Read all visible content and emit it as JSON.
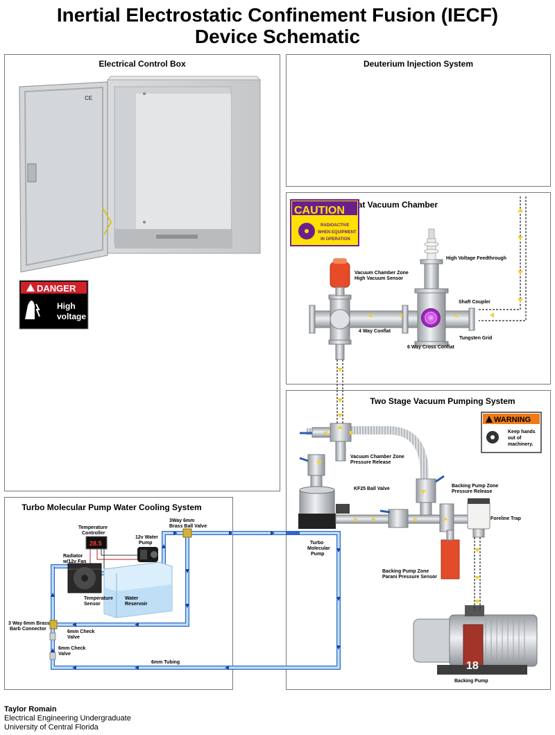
{
  "title": {
    "line1": "Inertial Electrostatic Confinement Fusion (IECF)",
    "line2": "Device Schematic"
  },
  "panels": {
    "electrical": "Electrical Control Box",
    "deuterium": "Deuterium Injection System",
    "conflat": "Conflat Vacuum Chamber",
    "pumping": "Two Stage Vacuum Pumping System",
    "cooling": "Turbo Molecular Pump Water Cooling System"
  },
  "signs": {
    "danger_header": "DANGER",
    "danger_line1": "High",
    "danger_line2": "voltage",
    "caution_header": "CAUTION",
    "caution_line1": "RADIOACTIVE",
    "caution_line2": "WHEN EQUIPMENT",
    "caution_line3": "IN OPERATION",
    "warning_header": "WARNING",
    "warning_line1": "Keep hands",
    "warning_line2": "out of",
    "warning_line3": "machinery."
  },
  "labels": {
    "hv_feedthrough": "High Voltage Feedthrough",
    "vc_sensor_1": "Vacuum Chamber Zone",
    "vc_sensor_2": "High Vacuum Sensor",
    "shaft_coupler": "Shaft Coupler",
    "four_way": "4 Way Conflat",
    "tungsten": "Tungsten Grid",
    "six_way": "6 Way Cross Conflat",
    "vc_release_1": "Vacuum Chamber Zone",
    "vc_release_2": "Pressure Release",
    "kf25": "KF25 Ball Valve",
    "bp_release_1": "Backing Pump Zone",
    "bp_release_2": "Pressure Release",
    "foreline": "Foreline Trap",
    "turbo_1": "Turbo",
    "turbo_2": "Molecular",
    "turbo_3": "Pump",
    "parani_1": "Backing Pump Zone",
    "parani_2": "Parani Pressure Sensor",
    "backing_pump": "Backing Pump",
    "temp_ctrl_1": "Temperature",
    "temp_ctrl_2": "Controller",
    "water_pump_1": "12v Water",
    "water_pump_2": "Pump",
    "ball_valve_1": "3Way 6mm",
    "ball_valve_2": "Brass Ball Valve",
    "radiator_1": "Radiator",
    "radiator_2": "w/12v Fan",
    "temp_sensor_1": "Temperature",
    "temp_sensor_2": "Sensor",
    "reservoir_1": "Water",
    "reservoir_2": "Reservoir",
    "barb_1": "3 Way 6mm Brass",
    "barb_2": "Barb Connector",
    "check1_1": "6mm Check",
    "check1_2": "Valve",
    "check2_1": "6mm Check",
    "check2_2": "Valve",
    "tubing": "6mm Tubing",
    "controller_display": "28.5",
    "pump_number": "18",
    "ce_mark": "CE"
  },
  "credits": {
    "name": "Taylor Romain",
    "line2": "Electrical Engineering Undergraduate",
    "line3": "University of Central Florida"
  },
  "colors": {
    "water": "#bfe0f7",
    "water_edge": "#2f66c4",
    "flow_arrow": "#1b3fa8",
    "gas_arrow": "#f3d03a",
    "danger_red": "#d0212b",
    "caution_yellow": "#ffe100",
    "caution_purple": "#6a1f8f",
    "warning_orange": "#f07b16",
    "plasma": "#c93fe0"
  }
}
